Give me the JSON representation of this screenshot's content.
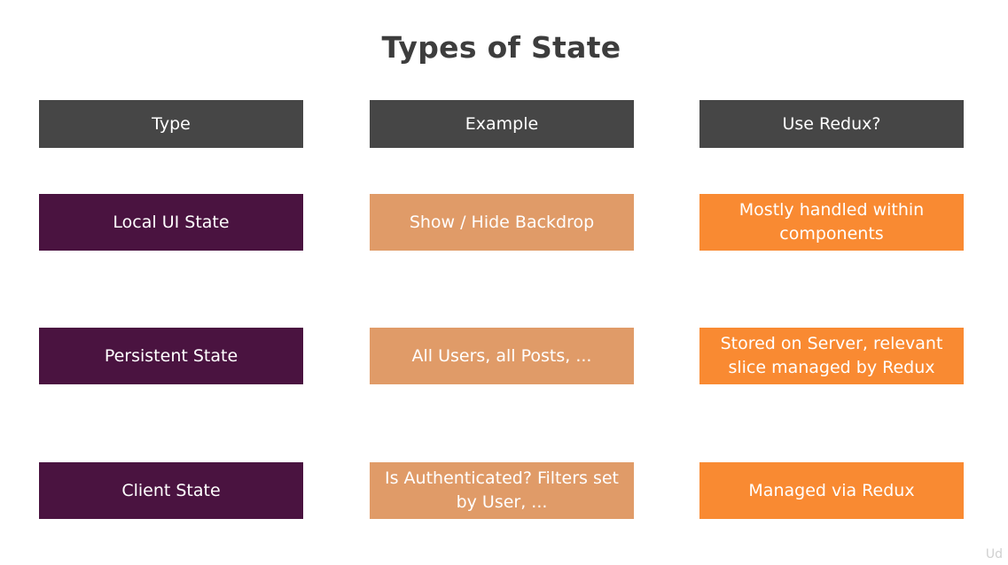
{
  "title": "Types of State",
  "colors": {
    "header_bg": "#464646",
    "type_bg": "#4a1340",
    "example_bg": "#e09b68",
    "redux_bg": "#f98a32",
    "text": "#ffffff",
    "title_text": "#3d3d3d"
  },
  "headers": [
    "Type",
    "Example",
    "Use Redux?"
  ],
  "rows": [
    {
      "type": "Local UI State",
      "example": "Show / Hide Backdrop",
      "use_redux": "Mostly handled within components"
    },
    {
      "type": "Persistent State",
      "example": "All Users, all Posts, ...",
      "use_redux": "Stored on Server, relevant slice managed by Redux"
    },
    {
      "type": "Client State",
      "example": "Is Authenticated? Filters set by User, ...",
      "use_redux": "Managed via Redux"
    }
  ],
  "watermark": "Ud"
}
